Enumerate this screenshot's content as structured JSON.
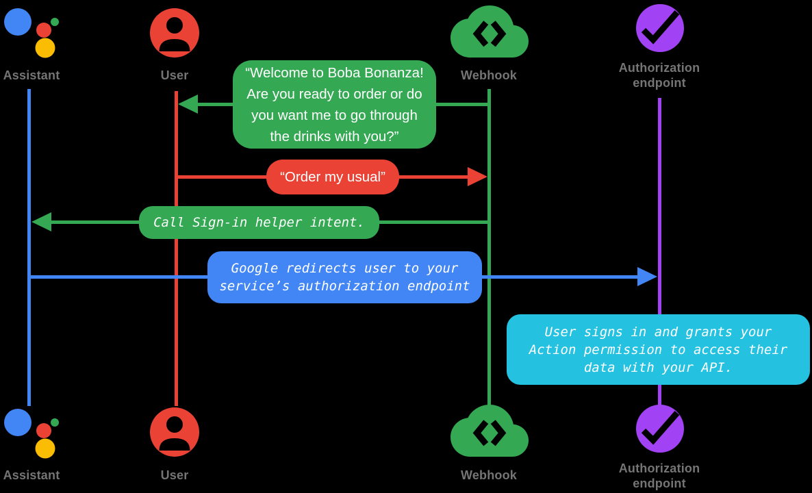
{
  "diagram": {
    "type": "sequence-diagram",
    "topic": "Account linking sign-in flow",
    "colors": {
      "background": "#000000",
      "assistant_blue": "#4285F4",
      "user_red": "#EA4335",
      "webhook_green": "#34A853",
      "authorization_purple": "#A142F4",
      "note_cyan": "#24C1E0",
      "assistant_logo_yellow": "#FBBC04",
      "label_gray": "#757575",
      "message_text": "#FFFFFF"
    },
    "actors": [
      {
        "id": "assistant",
        "label": "Assistant",
        "icon": "google-assistant-logo-icon",
        "color": "#4285F4"
      },
      {
        "id": "user",
        "label": "User",
        "icon": "person-circle-icon",
        "color": "#EA4335"
      },
      {
        "id": "webhook",
        "label": "Webhook",
        "icon": "cloud-code-icon",
        "color": "#34A853"
      },
      {
        "id": "authorization",
        "label": "Authorization endpoint",
        "icon": "check-circle-icon",
        "color": "#A142F4"
      }
    ],
    "messages": [
      {
        "id": "welcome",
        "from": "webhook",
        "to": "user",
        "color": "#34A853",
        "text_style": "sans",
        "lines": [
          "“Welcome to Boba Bonanza!",
          "Are you ready to order or do",
          "you want me to go through",
          "the drinks with you?”"
        ]
      },
      {
        "id": "order-my-usual",
        "from": "user",
        "to": "webhook",
        "color": "#EA4335",
        "text_style": "sans",
        "lines": [
          "“Order my usual”"
        ]
      },
      {
        "id": "sign-in-helper",
        "from": "webhook",
        "to": "assistant",
        "color": "#34A853",
        "text_style": "mono-italic",
        "lines": [
          "Call Sign-in helper intent."
        ]
      },
      {
        "id": "redirect",
        "from": "assistant",
        "to": "authorization",
        "color": "#4285F4",
        "text_style": "mono-italic",
        "lines": [
          "Google redirects user to your",
          "service’s authorization endpoint"
        ]
      },
      {
        "id": "grant-note",
        "at": "authorization",
        "color": "#24C1E0",
        "text_style": "mono-italic",
        "lines": [
          "User signs in and grants your",
          "Action permission to access their",
          "data with your API."
        ]
      }
    ]
  }
}
